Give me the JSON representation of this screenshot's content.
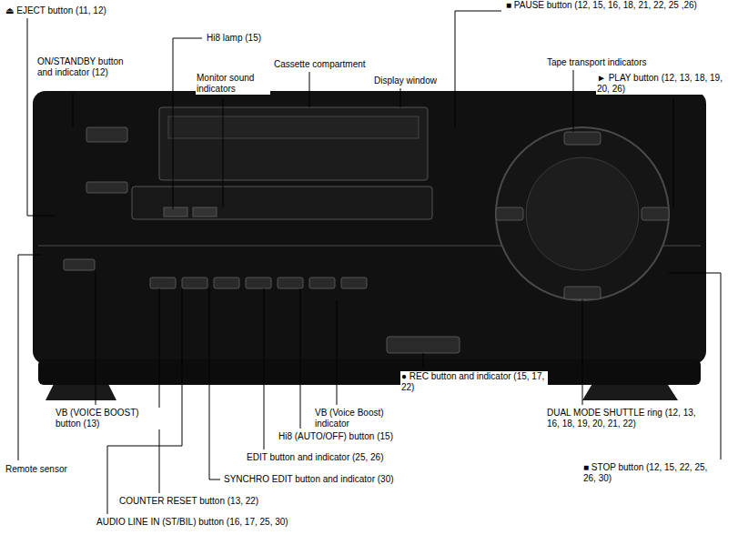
{
  "diagram": {
    "labels": [
      "⏏ EJECT button (11, 12)",
      "Hi8 lamp (15)",
      "■ PAUSE button (12, 15, 16, 18, 21, 22, 25 ,26)",
      "ON/STANDBY button and indicator (12)",
      "Cassette compartment",
      "Monitor sound indicators",
      "Display window",
      "Tape transport indicators",
      "► PLAY button (12, 13, 18, 19, 20, 26)",
      "● REC button and indicator (15, 17, 22)",
      "VB (VOICE BOOST) button (13)",
      "VB (Voice Boost) indicator",
      "DUAL MODE SHUTTLE ring (12, 13, 16, 18, 19, 20, 21, 22)",
      "Hi8 (AUTO/OFF) button (15)",
      "EDIT button and indicator (25, 26)",
      "Remote sensor",
      "■ STOP button (12, 15, 22, 25, 26, 30)",
      "SYNCHRO EDIT button and indicator (30)",
      "COUNTER RESET button (13, 22)",
      "AUDIO LINE IN (ST/BIL) button (16, 17, 25, 30)"
    ]
  }
}
